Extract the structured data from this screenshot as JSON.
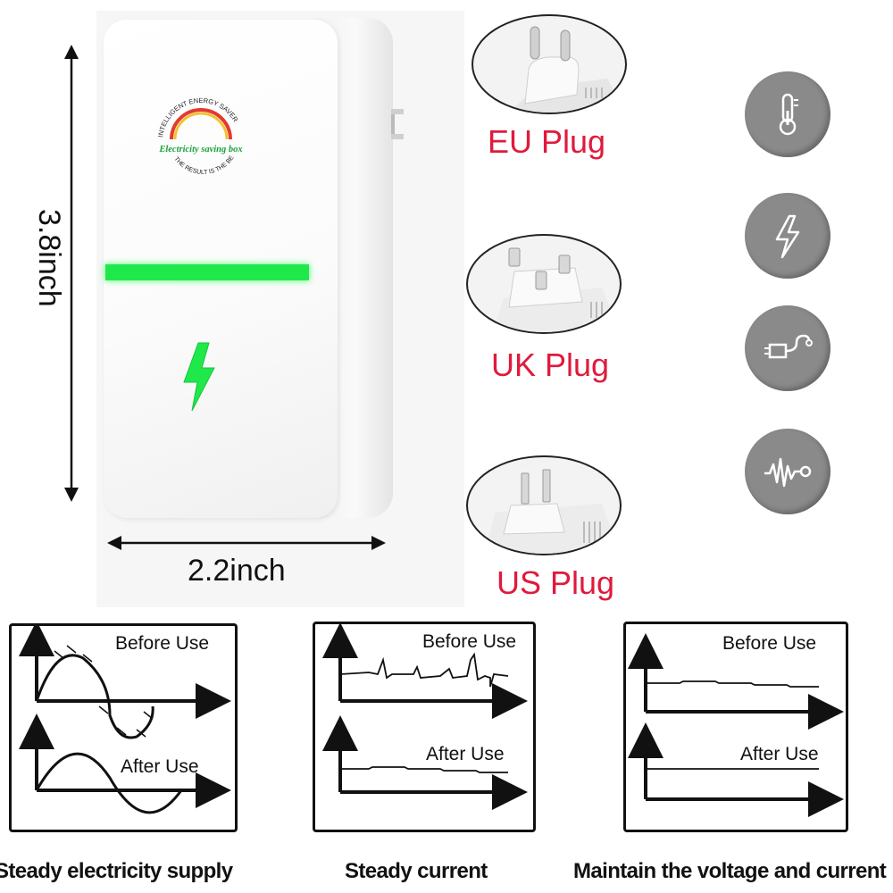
{
  "device": {
    "height_label": "3.8inch",
    "width_label": "2.2inch",
    "badge_top": "INTELLIGENT ENERGY SAVER",
    "badge_middle": "Electricity saving box",
    "badge_bottom": "THE RESULT IS THE BEST",
    "led_color": "#1fe94a"
  },
  "plugs": [
    {
      "label": "EU Plug"
    },
    {
      "label": "UK Plug"
    },
    {
      "label": "US Plug"
    }
  ],
  "features": [
    {
      "icon": "thermometer-icon"
    },
    {
      "icon": "lightning-icon"
    },
    {
      "icon": "usb-plug-icon"
    },
    {
      "icon": "waveform-icon"
    }
  ],
  "panels": [
    {
      "before": "Before Use",
      "after": "After Use",
      "caption": "Steady electricity supply"
    },
    {
      "before": "Before Use",
      "after": "After Use",
      "caption": "Steady current"
    },
    {
      "before": "Before Use",
      "after": "After Use",
      "caption": "Maintain the voltage and current"
    }
  ],
  "colors": {
    "plug_label": "#e01a3c",
    "feature_circle": "#8a8a8a"
  }
}
